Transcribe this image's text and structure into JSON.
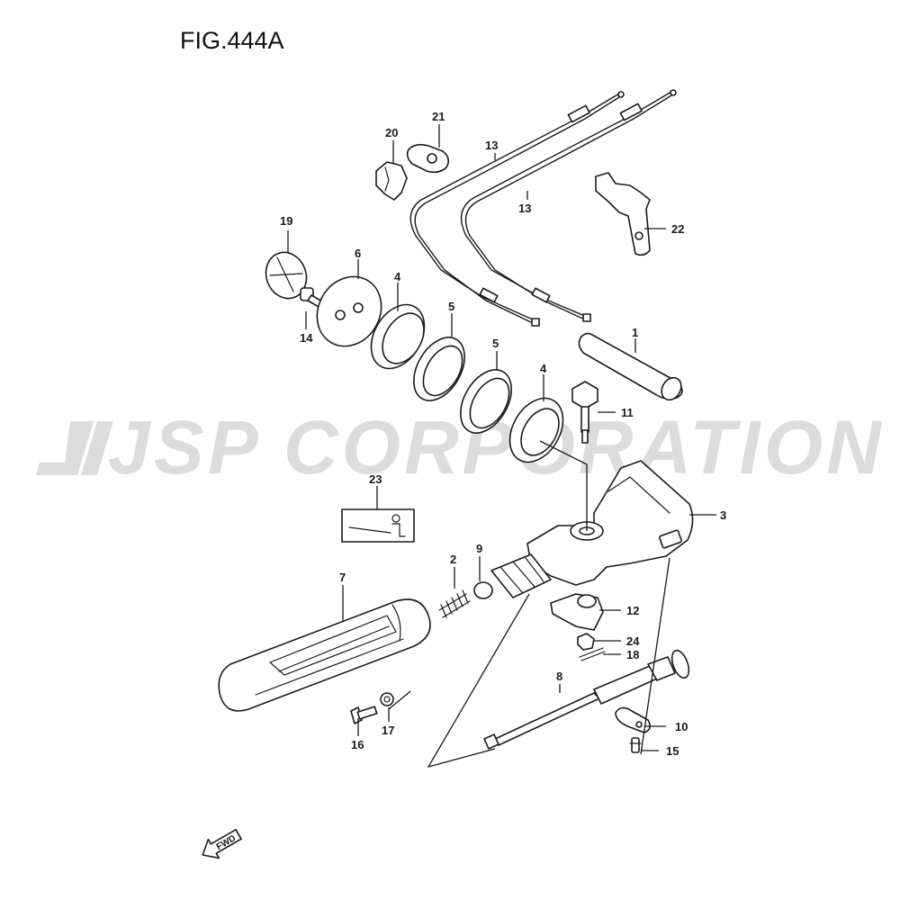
{
  "figure_title": "FIG.444A",
  "watermark": "JSP CORPORATION",
  "direction_label": "FWD",
  "callouts": [
    {
      "id": "c1",
      "label": "1"
    },
    {
      "id": "c2",
      "label": "2"
    },
    {
      "id": "c3",
      "label": "3"
    },
    {
      "id": "c4a",
      "label": "4"
    },
    {
      "id": "c4b",
      "label": "4"
    },
    {
      "id": "c5a",
      "label": "5"
    },
    {
      "id": "c5b",
      "label": "5"
    },
    {
      "id": "c6",
      "label": "6"
    },
    {
      "id": "c7",
      "label": "7"
    },
    {
      "id": "c8",
      "label": "8"
    },
    {
      "id": "c9",
      "label": "9"
    },
    {
      "id": "c10",
      "label": "10"
    },
    {
      "id": "c11",
      "label": "11"
    },
    {
      "id": "c12",
      "label": "12"
    },
    {
      "id": "c13a",
      "label": "13"
    },
    {
      "id": "c13b",
      "label": "13"
    },
    {
      "id": "c14",
      "label": "14"
    },
    {
      "id": "c15",
      "label": "15"
    },
    {
      "id": "c16",
      "label": "16"
    },
    {
      "id": "c17",
      "label": "17"
    },
    {
      "id": "c18",
      "label": "18"
    },
    {
      "id": "c19",
      "label": "19"
    },
    {
      "id": "c20",
      "label": "20"
    },
    {
      "id": "c21",
      "label": "21"
    },
    {
      "id": "c22",
      "label": "22"
    },
    {
      "id": "c23",
      "label": "23"
    },
    {
      "id": "c24",
      "label": "24"
    }
  ]
}
